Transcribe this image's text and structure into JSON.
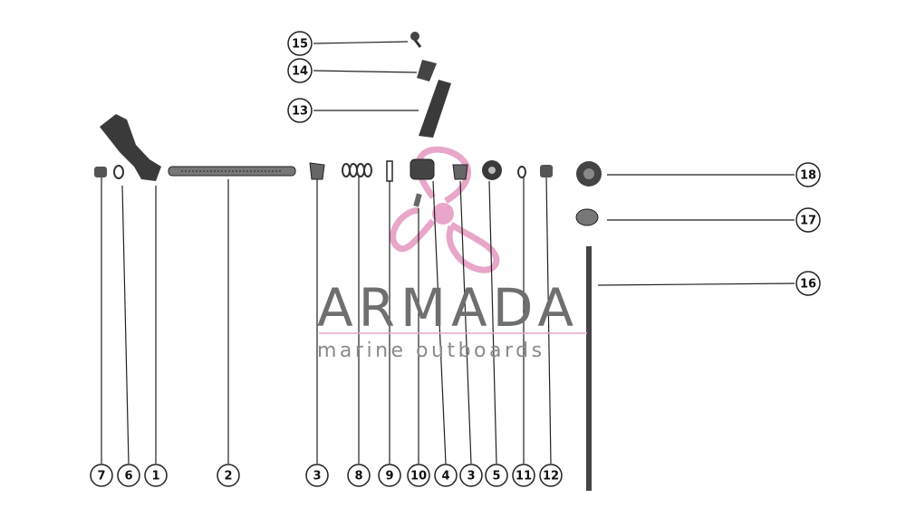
{
  "watermark": {
    "brand": "ARMADA",
    "tagline": "marine outboards",
    "accent_color": "#e8a6c8"
  },
  "callouts": {
    "c1": "1",
    "c2": "2",
    "c3a": "3",
    "c3b": "3",
    "c4": "4",
    "c5": "5",
    "c6": "6",
    "c7": "7",
    "c8": "8",
    "c9": "9",
    "c10": "10",
    "c11": "11",
    "c12": "12",
    "c13": "13",
    "c14": "14",
    "c15": "15",
    "c16": "16",
    "c17": "17",
    "c18": "18"
  }
}
